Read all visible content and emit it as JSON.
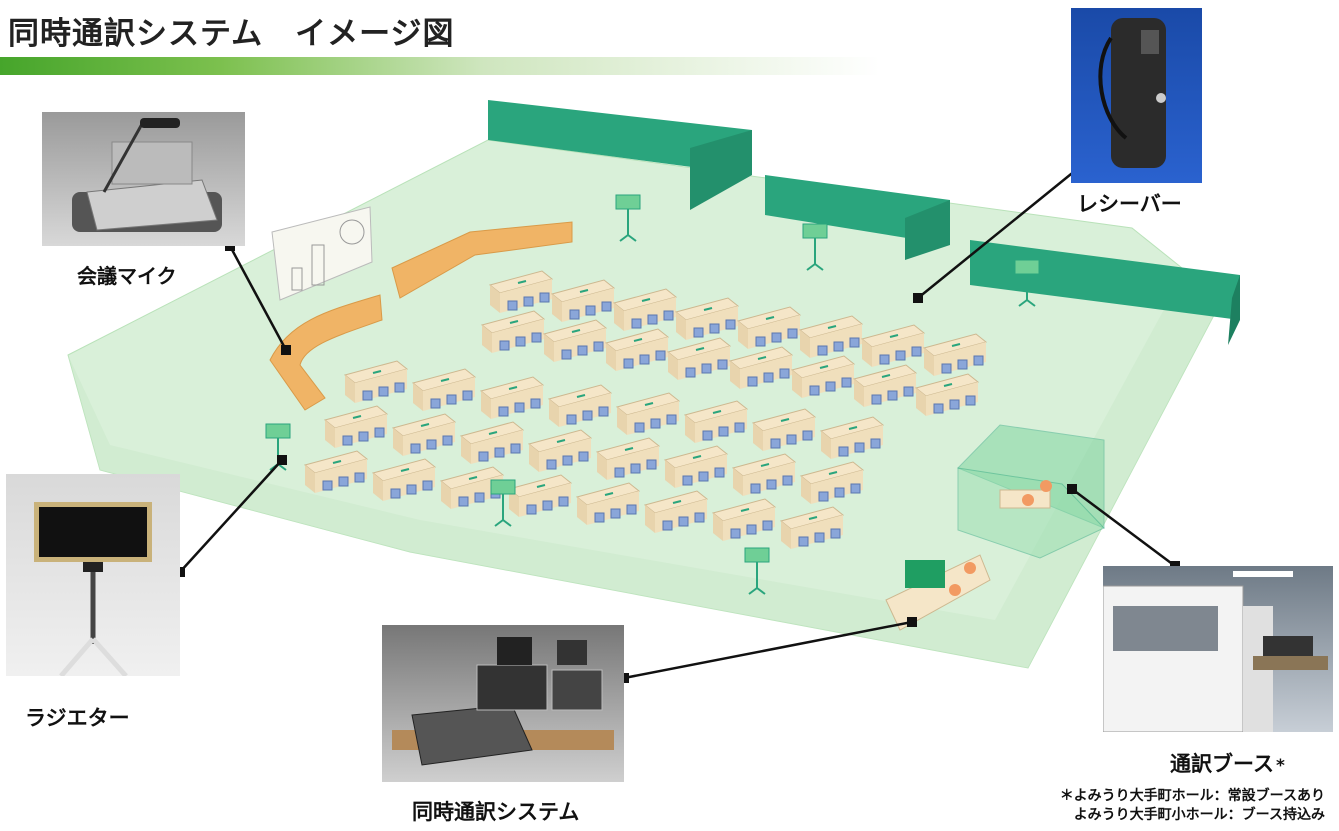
{
  "title": "同時通訳システム　イメージ図",
  "labels": {
    "mic": "会議マイク",
    "receiver": "レシーバー",
    "radiator": "ラジエター",
    "booth": "通訳ブース",
    "booth_mark": "*",
    "system": "同時通訳システム"
  },
  "note": {
    "line1": "＊よみうり大手町ホール：常設ブースあり",
    "line2": "よみうり大手町小ホール：ブース持込み"
  },
  "colors": {
    "floor": "#d9f0d9",
    "wall": "#2aa57d",
    "table": "#f5e6c8",
    "chair": "#8aa6d9",
    "curved_table": "#f0b466",
    "accent_bar": "#46a52b"
  }
}
